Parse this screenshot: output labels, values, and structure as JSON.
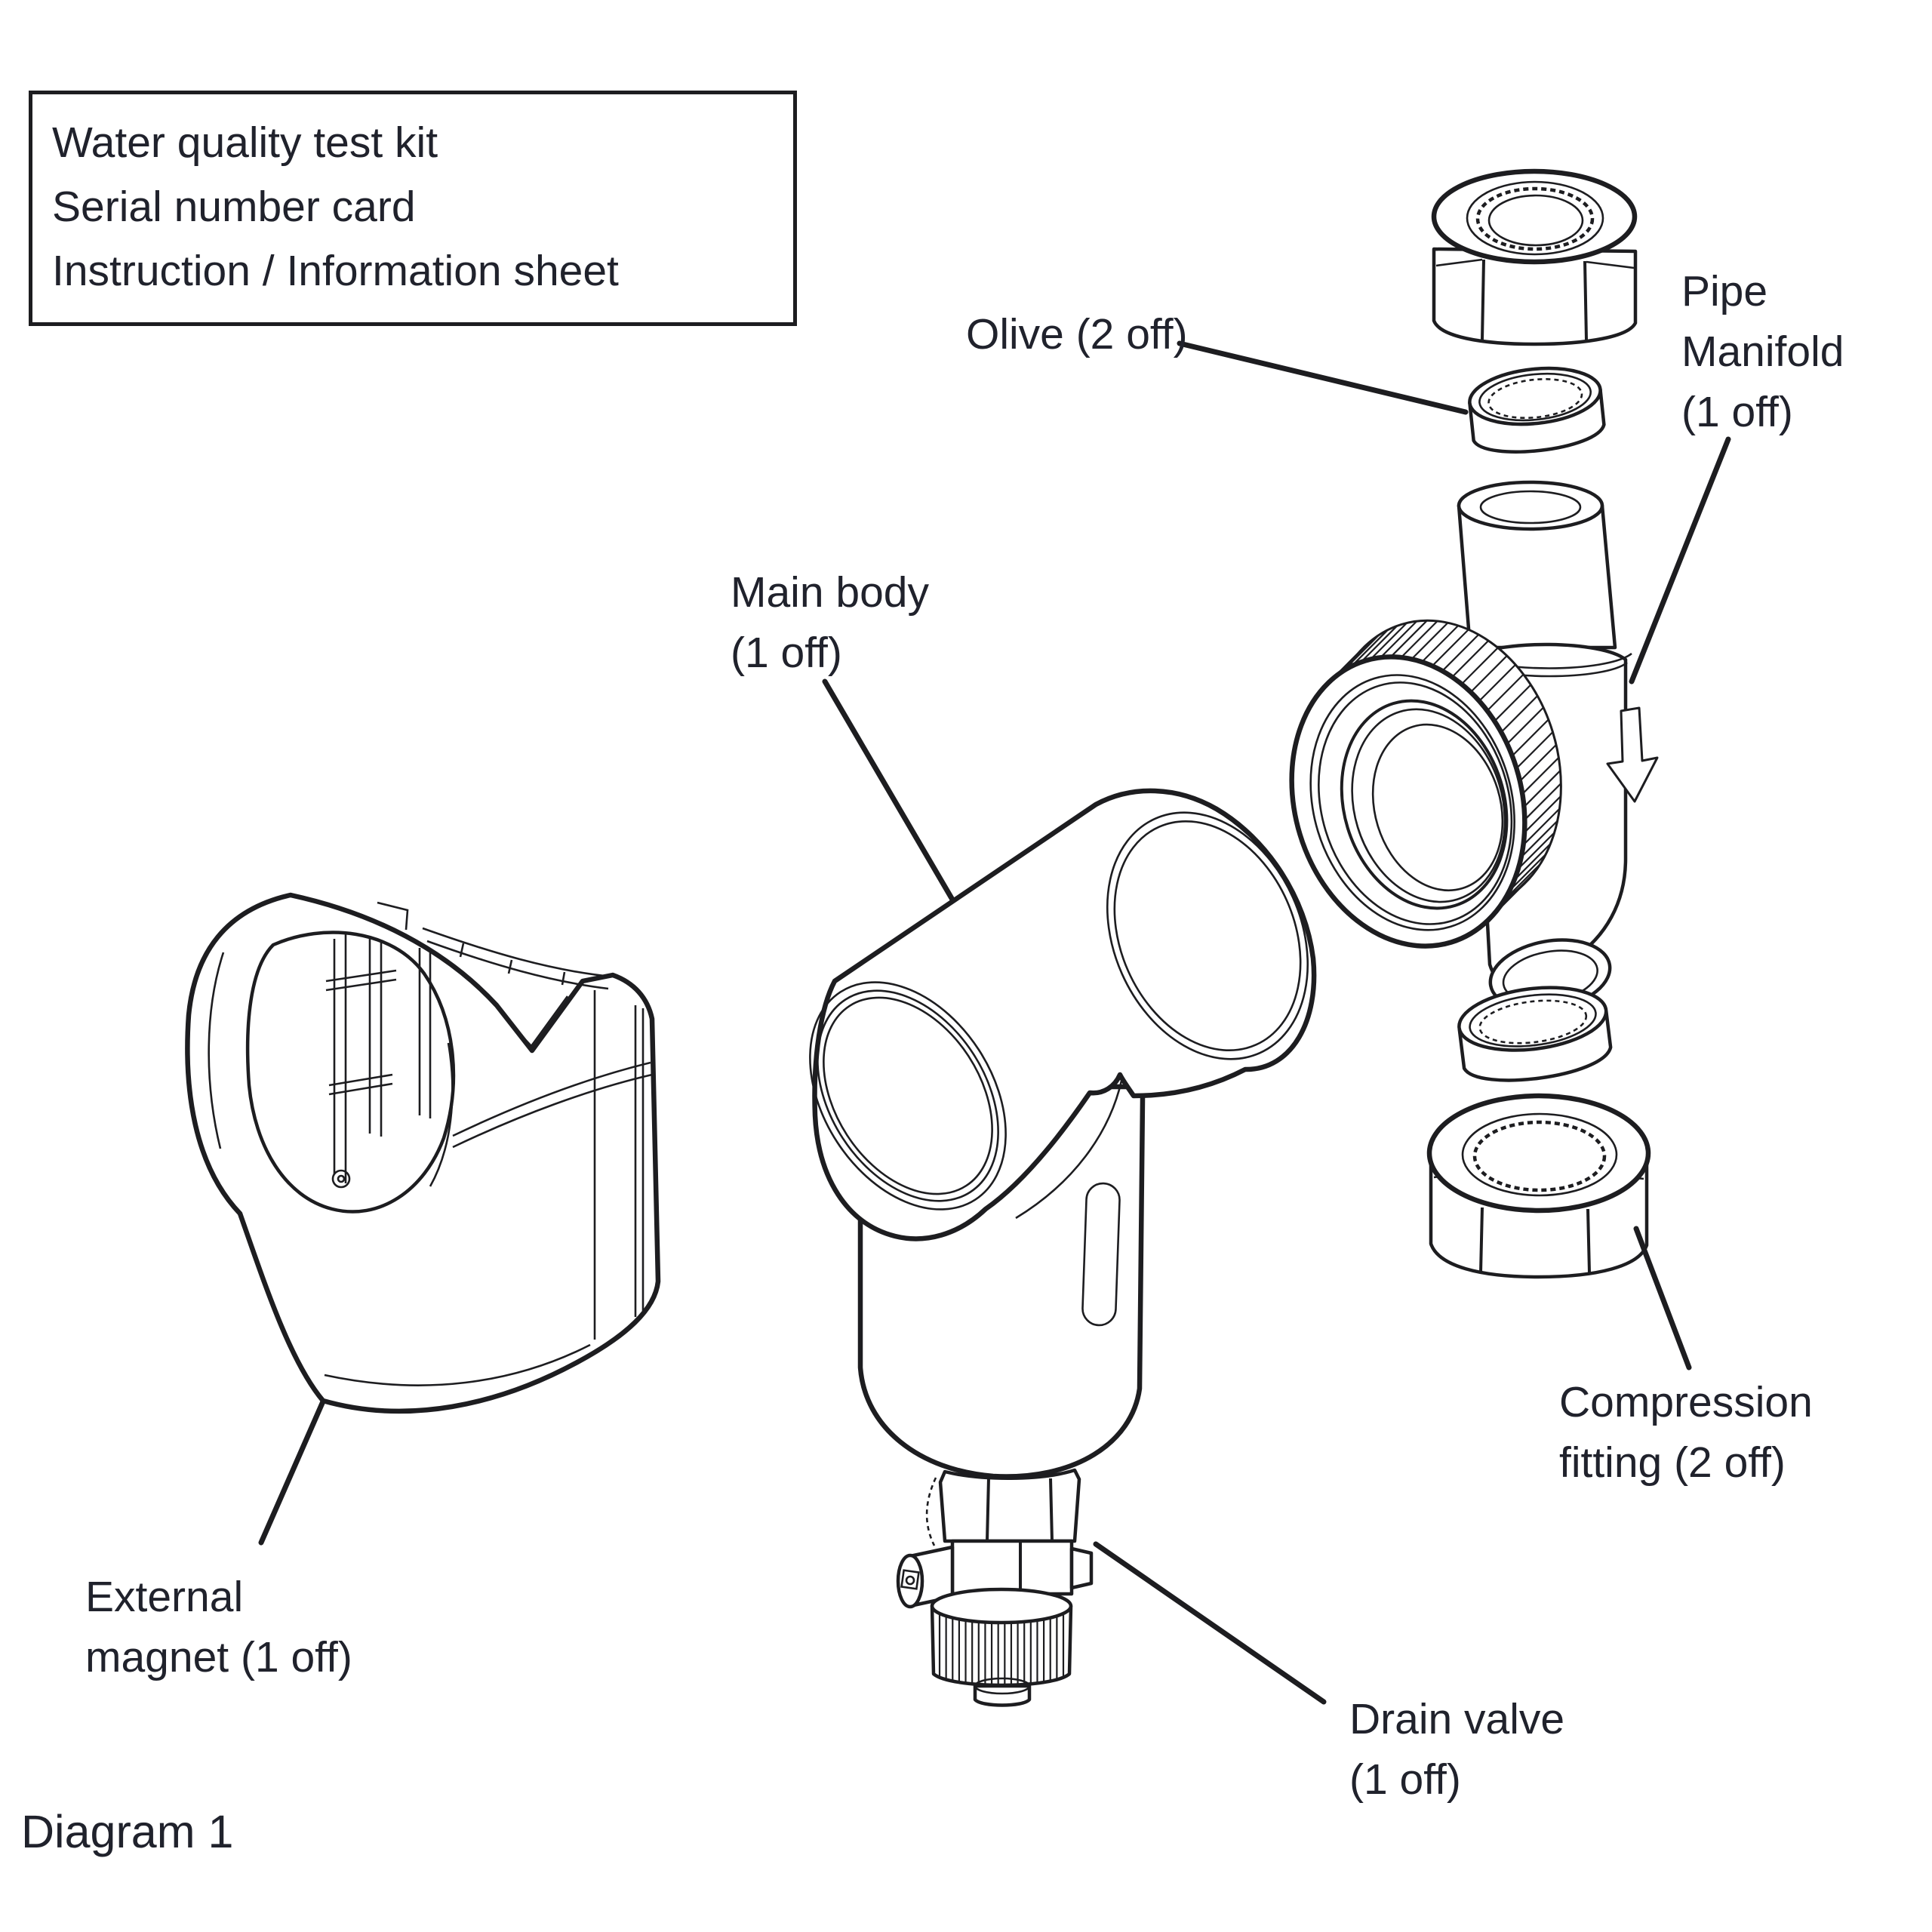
{
  "colors": {
    "line": "#1d1d20",
    "text": "#20222c",
    "background": "#ffffff"
  },
  "box": {
    "lines": {
      "l1": "Water quality test kit",
      "l2": "Serial number card",
      "l3": "Instruction / Information sheet"
    }
  },
  "labels": {
    "olive": {
      "l1": "Olive (2 off)"
    },
    "pipe_manifold": {
      "l1": "Pipe",
      "l2": "Manifold",
      "l3": "(1 off)"
    },
    "main_body": {
      "l1": "Main body",
      "l2": "(1 off)"
    },
    "compression": {
      "l1": "Compression",
      "l2": "fitting (2 off)"
    },
    "drain_valve": {
      "l1": "Drain valve",
      "l2": "(1 off)"
    },
    "external_magnet": {
      "l1": "External",
      "l2": "magnet (1 off)"
    }
  },
  "caption": "Diagram 1",
  "parts": [
    "external-magnet",
    "main-body",
    "drain-valve",
    "pipe-manifold",
    "compression-fitting-top",
    "compression-fitting-bottom",
    "olive-top",
    "olive-bottom"
  ]
}
